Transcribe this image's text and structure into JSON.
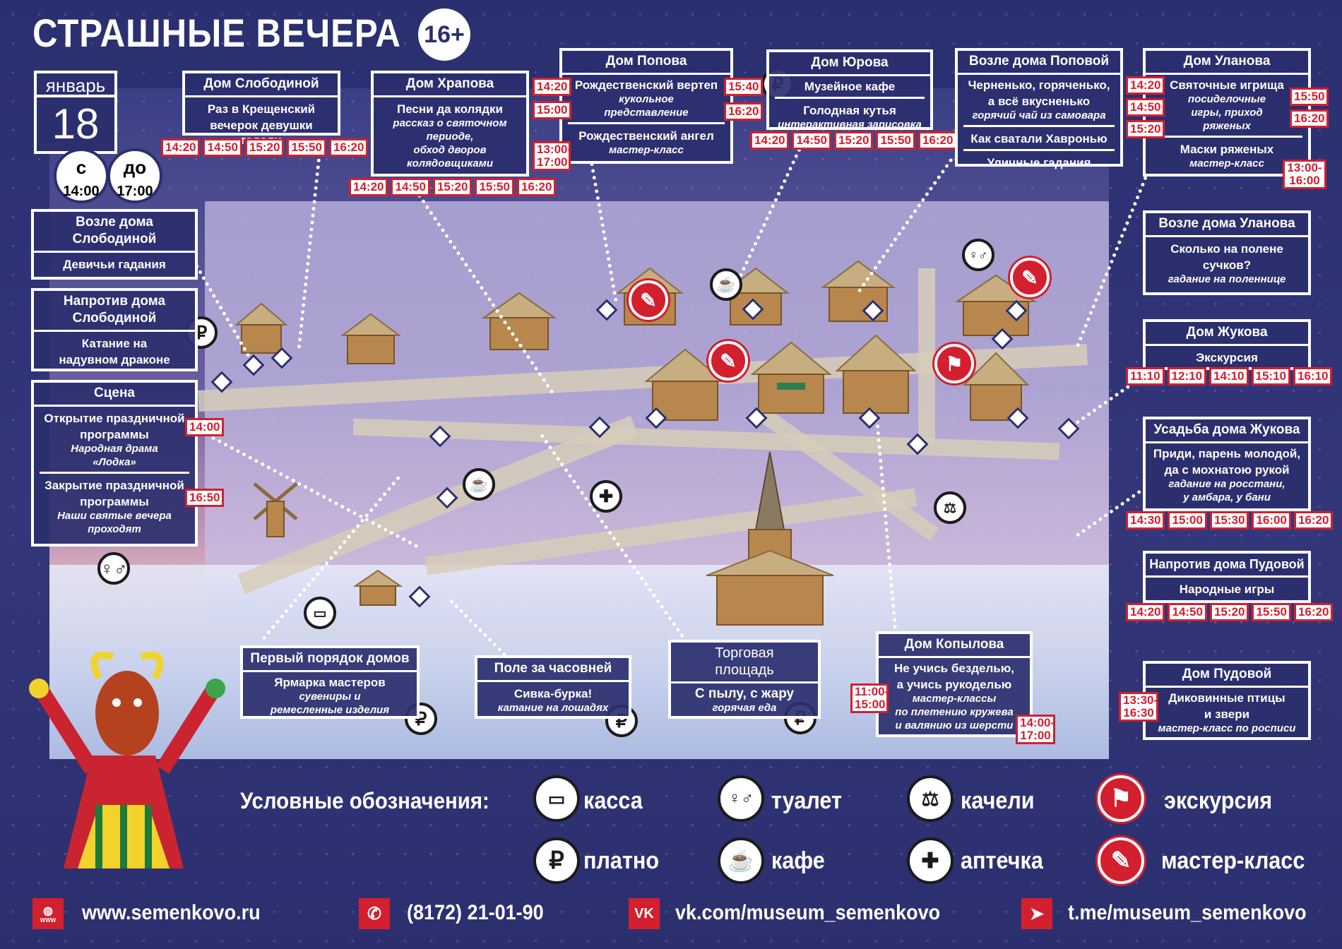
{
  "title": "СТРАШНЫЕ ВЕЧЕРА",
  "age": "16+",
  "date": {
    "month": "январь",
    "day": "18"
  },
  "clock_from": {
    "label": "с",
    "time": "14:00"
  },
  "clock_to": {
    "label": "до",
    "time": "17:00"
  },
  "boxes": {
    "slobodina_house": {
      "title": "Дом Слободиной",
      "lines": [
        "Раз в Крещенский",
        "вечерок девушки гадали"
      ],
      "times": [
        "14:20",
        "14:50",
        "15:20",
        "15:50",
        "16:20"
      ]
    },
    "khrapova_house": {
      "title": "Дом Храпова",
      "lines": [
        "Песни да колядки"
      ],
      "italic": [
        "рассказ о святочном",
        "периоде,",
        "обход дворов",
        "колядовщиками"
      ],
      "times": [
        "14:20",
        "14:50",
        "15:20",
        "15:50",
        "16:20"
      ]
    },
    "popova_house": {
      "title": "Дом Попова",
      "item1": "Рождественский вертеп",
      "item1_note": [
        "кукольное",
        "представление"
      ],
      "item2": "Рождественский ангел",
      "item2_note": "мастер-класс",
      "times1": [
        "14:20",
        "15:00"
      ],
      "times2": "13:00-\n17:00"
    },
    "yurova_house": {
      "title": "Дом Юрова",
      "item1": "Музейное кафе",
      "item2": "Голодная кутья",
      "item2_note": "интерактивная зарисовка",
      "times_side": [
        "15:40",
        "16:20"
      ],
      "times": [
        "14:20",
        "14:50",
        "15:20",
        "15:50",
        "16:20"
      ]
    },
    "popova_near": {
      "title": "Возле дома Поповой",
      "lines": [
        "Черненько, горяченько,",
        "а всё вкусненько"
      ],
      "italic": "горячий чай из самовара",
      "item2": "Как сватали Хавронью",
      "item3": "Уличные гадания"
    },
    "ulanova_house": {
      "title": "Дом Уланова",
      "item1": "Святочные игрища",
      "item1_note": [
        "посиделочные",
        "игры, приход",
        "ряженых"
      ],
      "item2": "Маски ряженых",
      "item2_note": "мастер-класс",
      "times_left": [
        "14:20",
        "14:50",
        "15:20"
      ],
      "times_right": [
        "15:50",
        "16:20"
      ],
      "times_mc": "13:00-\n16:00"
    },
    "slobodina_near": {
      "title": [
        "Возле дома",
        "Слободиной"
      ],
      "item": "Девичьи гадания"
    },
    "slobodina_opposite": {
      "title": [
        "Напротив дома",
        "Слободиной"
      ],
      "item": [
        "Катание на",
        "надувном драконе"
      ]
    },
    "stage": {
      "title": "Сцена",
      "item1": [
        "Открытие праздничной",
        "программы"
      ],
      "item1_note": [
        "Народная драма",
        "«Лодка»"
      ],
      "item2": [
        "Закрытие праздничной",
        "программы"
      ],
      "item2_note": [
        "Наши святые вечера",
        "проходят"
      ],
      "time1": "14:00",
      "time2": "16:50"
    },
    "ulanova_near": {
      "title": "Возле дома Уланова",
      "item": [
        "Сколько на полене",
        "сучков?"
      ],
      "note": "гадание на поленнице"
    },
    "zhukova_house": {
      "title": "Дом Жукова",
      "item": "Экскурсия",
      "times": [
        "11:10",
        "12:10",
        "14:10",
        "15:10",
        "16:10"
      ]
    },
    "zhukova_estate": {
      "title": "Усадьба дома Жукова",
      "lines": [
        "Приди, парень молодой,",
        "да с мохнатою рукой"
      ],
      "italic": [
        "гадание на росстани,",
        "у амбара, у бани"
      ],
      "times": [
        "14:30",
        "15:00",
        "15:30",
        "16:00",
        "16:20"
      ]
    },
    "pudova_opposite": {
      "title": "Напротив дома Пудовой",
      "item": "Народные игры",
      "times": [
        "14:20",
        "14:50",
        "15:20",
        "15:50",
        "16:20"
      ]
    },
    "pudova_house": {
      "title": "Дом Пудовой",
      "item": [
        "Диковинные птицы",
        "и звери"
      ],
      "note": "мастер-класс по росписи",
      "time": "13:30-\n16:30"
    },
    "kopylova_house": {
      "title": "Дом Копылова",
      "item": [
        "Не учись безделью,",
        "а учись рукоделью"
      ],
      "note": [
        "мастер-классы",
        "по плетению кружева",
        "и валянию из шерсти"
      ],
      "time_left": "11:00-\n15:00",
      "time_right": "14:00-\n17:00"
    },
    "trade_square": {
      "title": [
        "Торговая",
        "площадь"
      ],
      "item": "С пылу, с жару",
      "note": "горячая еда"
    },
    "chapel_field": {
      "title": "Поле за часовней",
      "item": "Сивка-бурка!",
      "note": "катание на лошадях"
    },
    "first_row": {
      "title": "Первый порядок домов",
      "item": "Ярмарка мастеров",
      "note": [
        "сувениры и",
        "ремесленные изделия"
      ]
    }
  },
  "legend": {
    "title": "Условные обозначения:",
    "items": {
      "cash": "касса",
      "toilet": "туалет",
      "swings": "качели",
      "tour": "экскурсия",
      "paid": "платно",
      "cafe": "кафе",
      "firstaid": "аптечка",
      "masterclass": "мастер-класс"
    }
  },
  "footer": {
    "site": "www.semenkovo.ru",
    "site_icon_text": "WWW",
    "phone": "(8172) 21-01-90",
    "vk": "vk.com/museum_semenkovo",
    "tg": "t.me/museum_semenkovo"
  },
  "colors": {
    "navy": "#2b2f6e",
    "red": "#d31f2e",
    "white": "#ffffff"
  },
  "icons": [
    "ruble-icon",
    "cafe-icon",
    "toilet-icon",
    "swings-icon",
    "firstaid-icon",
    "cash-icon",
    "tour-icon",
    "masterclass-icon",
    "web-icon",
    "phone-icon",
    "vk-icon",
    "telegram-icon"
  ]
}
